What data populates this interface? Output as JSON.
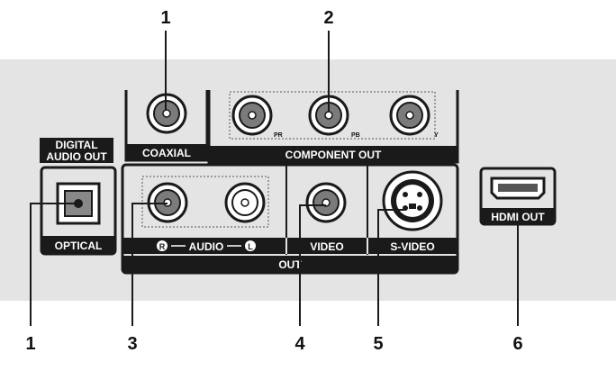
{
  "callouts": [
    "1",
    "2",
    "1",
    "3",
    "4",
    "5",
    "6"
  ],
  "labels": {
    "digital_audio_out_line1": "DIGITAL",
    "digital_audio_out_line2": "AUDIO OUT",
    "coaxial": "COAXIAL",
    "component_out": "COMPONENT OUT",
    "optical": "OPTICAL",
    "audio": "AUDIO",
    "audio_r": "R",
    "audio_l": "L",
    "video": "VIDEO",
    "s_video": "S-VIDEO",
    "out": "OUT",
    "hdmi_out": "HDMI OUT",
    "pr": "PR",
    "pb": "PB",
    "y": "Y"
  },
  "colors": {
    "panel": "#e4e4e4",
    "label_bar": "#1a1a1a",
    "jack_grey": "#7b7b7b",
    "jack_white": "#ffffff"
  }
}
